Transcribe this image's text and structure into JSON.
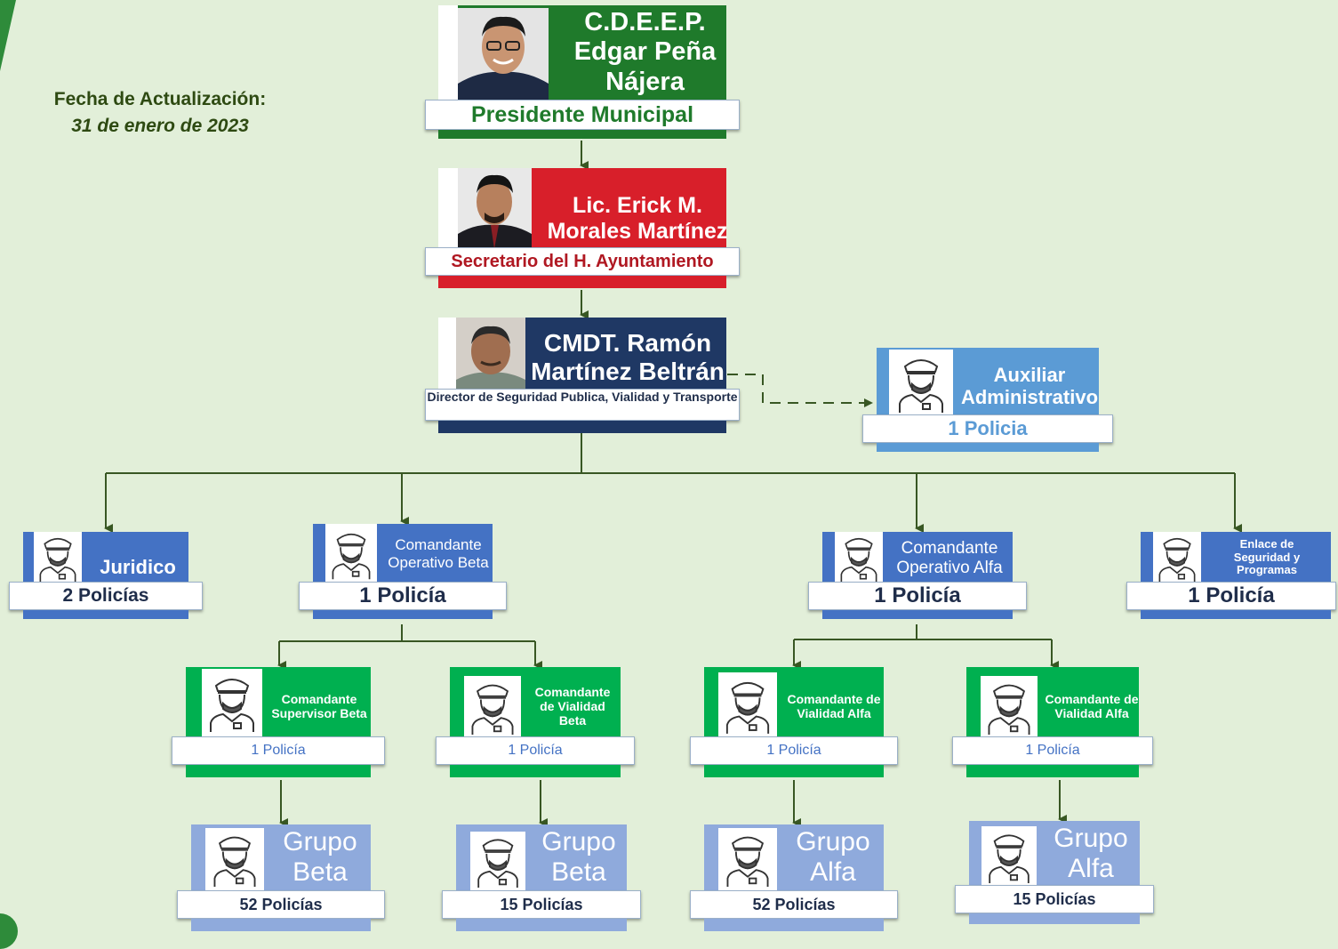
{
  "update": {
    "label": "Fecha de Actualización:",
    "date": "31 de enero de 2023"
  },
  "leaders": [
    {
      "id": "president",
      "name_lines": [
        "C.D.E.E.P.",
        "Edgar  Peña",
        "Nájera"
      ],
      "role": "Presidente Municipal",
      "color": "#1f7a2b",
      "role_color": "#1f7a2b"
    },
    {
      "id": "secretary",
      "name_lines": [
        "Lic. Erick M.",
        "Morales Martínez"
      ],
      "role": "Secretario del H. Ayuntamiento",
      "color": "#d81f2a",
      "role_color": "#b01822"
    },
    {
      "id": "director",
      "name_lines": [
        "CMDT. Ramón",
        "Martínez Beltrán"
      ],
      "role": "Director de Seguridad Publica, Vialidad y Transporte",
      "color": "#1f3864",
      "role_color": "#1f2d4a"
    }
  ],
  "units": {
    "auxiliar": {
      "title": "Auxiliar Administrativo",
      "count": "1 Policia"
    },
    "juridico": {
      "title": "Juridico",
      "count": "2 Policías"
    },
    "cmd_beta": {
      "title": "Comandante Operativo Beta",
      "count": "1 Policía"
    },
    "cmd_alfa": {
      "title": "Comandante Operativo Alfa",
      "count": "1 Policía"
    },
    "enlace": {
      "title": "Enlace de Seguridad y Programas",
      "count": "1 Policía"
    },
    "sup_beta": {
      "title": "Comandante Supervisor Beta",
      "count": "1 Policía"
    },
    "vial_beta": {
      "title": "Comandante de Vialidad Beta",
      "count": "1 Policía"
    },
    "vial_alfa1": {
      "title": "Comandante de Vialidad Alfa",
      "count": "1 Policía"
    },
    "vial_alfa2": {
      "title": "Comandante de Vialidad Alfa",
      "count": "1 Policía"
    },
    "grupo_beta1": {
      "title": "Grupo Beta",
      "count": "52 Policías"
    },
    "grupo_beta2": {
      "title": "Grupo Beta",
      "count": "15 Policías"
    },
    "grupo_alfa1": {
      "title": "Grupo Alfa",
      "count": "52 Policías"
    },
    "grupo_alfa2": {
      "title": "Grupo Alfa",
      "count": "15 Policías"
    }
  },
  "colors": {
    "background": "#e2efd9",
    "connector": "#385723",
    "blue_dark": "#4472c4",
    "blue_light": "#5b9bd5",
    "blue_pale": "#8faadc",
    "green": "#00b050",
    "count_blue": "#5b9bd5"
  },
  "icons": {
    "police": "police-officer-icon",
    "arrow": "arrow-down-icon"
  }
}
